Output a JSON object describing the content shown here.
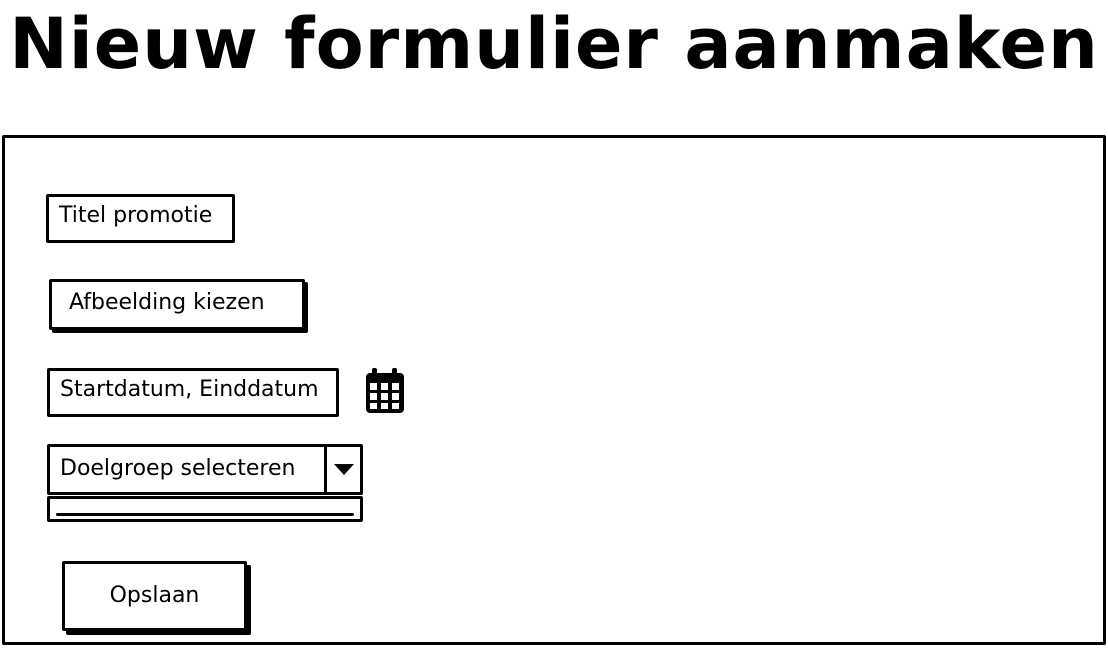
{
  "page_title": "Nieuw formulier aanmaken",
  "form": {
    "title_field": {
      "value": "Titel promotie"
    },
    "image_button": {
      "label": "Afbeelding kiezen"
    },
    "date_field": {
      "value": "Startdatum, Einddatum",
      "icon": "calendar-icon"
    },
    "audience_select": {
      "selected": "Doelgroep selecteren",
      "icon": "chevron-down-icon"
    },
    "save_button": {
      "label": "Opslaan"
    }
  },
  "colors": {
    "ink": "#000000",
    "background": "#ffffff"
  }
}
